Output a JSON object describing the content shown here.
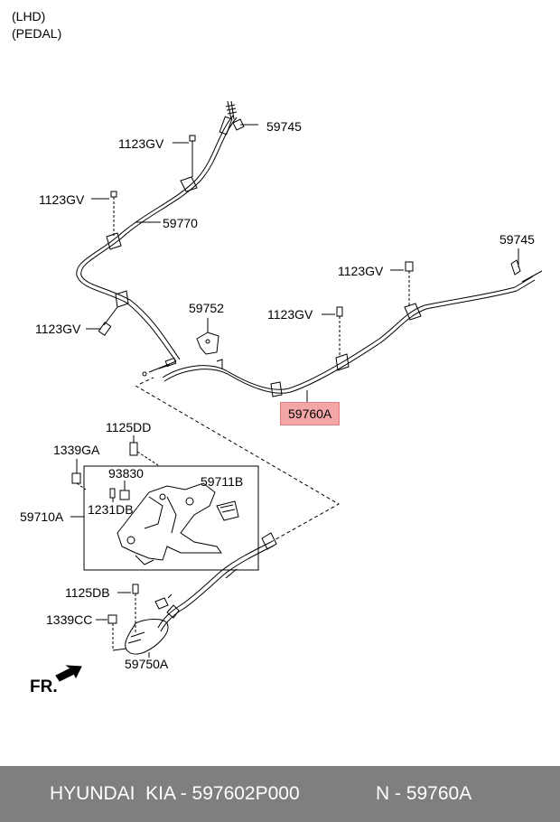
{
  "header": {
    "line1": "(LHD)",
    "line2": "(PEDAL)"
  },
  "labels": {
    "p59745_top": "59745",
    "p1123gv_a": "1123GV",
    "p1123gv_b": "1123GV",
    "p59770": "59770",
    "p1123gv_c": "1123GV",
    "p59745_right": "59745",
    "p1123gv_d": "1123GV",
    "p59752": "59752",
    "p1123gv_e": "1123GV",
    "p59760a": "59760A",
    "p1125dd": "1125DD",
    "p1339ga": "1339GA",
    "p93830": "93830",
    "p59711b": "59711B",
    "p59710a": "59710A",
    "p1231db": "1231DB",
    "p1125db": "1125DB",
    "p1339cc": "1339CC",
    "p59750a": "59750A"
  },
  "direction": {
    "label": "FR.",
    "icon": "arrow-forward-icon"
  },
  "footer": {
    "brand": "HYUNDAI  KIA - 597602P000",
    "part_no": "N - 59760A"
  },
  "colors": {
    "highlight": "#f4a6a6",
    "footer_bg": "#7f7f7f",
    "footer_text": "#ffffff"
  }
}
